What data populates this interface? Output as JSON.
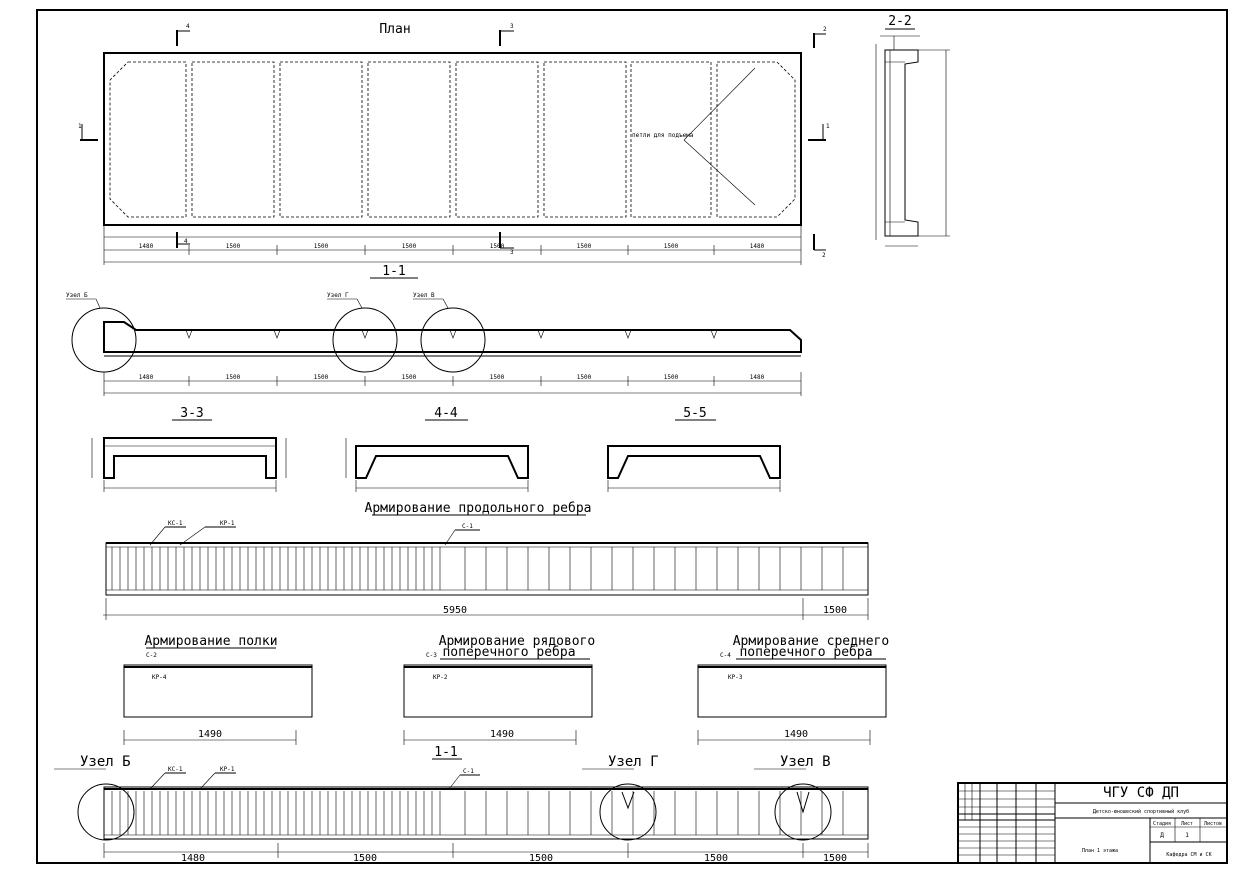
{
  "sheet": {
    "views": {
      "plan": "План",
      "section_1_1": "1-1",
      "section_2_2": "2-2",
      "section_3_3": "3-3",
      "section_4_4": "4-4",
      "section_5_5": "5-5",
      "section_1_1_bottom": "1-1"
    },
    "cut_markers": [
      "1",
      "2",
      "3",
      "4"
    ],
    "plan_note": "петли для подъема",
    "plan_dims": [
      "1480",
      "1500",
      "1500",
      "1500",
      "1500",
      "1500",
      "1500",
      "1480"
    ],
    "node_labels": {
      "node_b": "Узел Б",
      "node_g": "Узел Г",
      "node_v": "Узел В"
    },
    "reinforcement": {
      "long_rib": {
        "title": "Армирование продольного ребра",
        "dim1": "5950",
        "dim2": "1500",
        "tags": [
          "КС-1",
          "КР-1",
          "С-1"
        ]
      },
      "shelf": {
        "title": "Армирование полки",
        "dim": "1490",
        "tags": [
          "С-2",
          "КР-4"
        ]
      },
      "row_rib": {
        "title_line1": "Армирование рядового",
        "title_line2": "поперечного ребра",
        "dim": "1490",
        "tags": [
          "С-3",
          "КР-2"
        ]
      },
      "mid_rib": {
        "title_line1": "Армирование среднего",
        "title_line2": "поперечного ребра",
        "dim": "1490",
        "tags": [
          "С-4",
          "КР-3"
        ]
      }
    },
    "bottom_dims": [
      "1480",
      "1500",
      "1500",
      "1500",
      "1500"
    ],
    "title_block": {
      "org": "ЧГУ СФ ДП",
      "project": "Детско-юношеский спортивный клуб",
      "sheet_name": "План 1 этажа",
      "stage": "Д",
      "sheet_no": "1",
      "dept": "Кафедра СМ и СК",
      "col_stage": "Стадия",
      "col_sheet": "Лист",
      "col_sheets": "Листов"
    }
  }
}
